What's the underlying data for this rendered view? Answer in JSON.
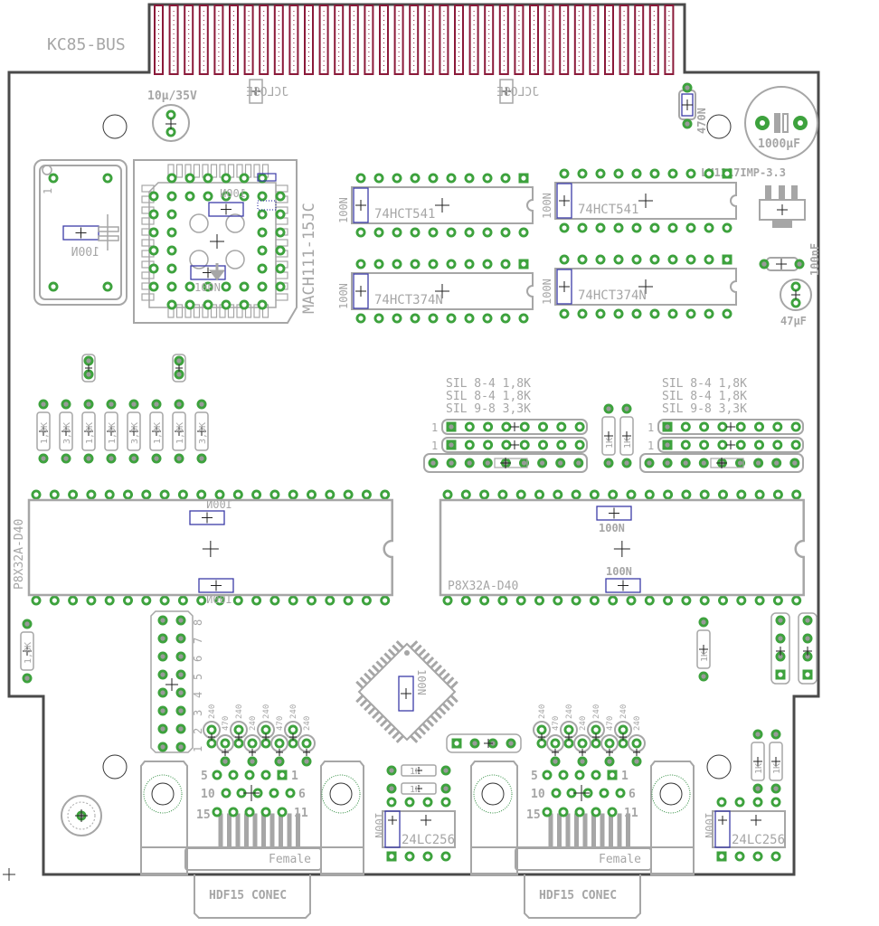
{
  "board": {
    "title": "KC85-BUS"
  },
  "colors": {
    "pad": "#3da23d",
    "silk": "#a6a6a6",
    "cap": "#3c3ca8",
    "edge": "#8b1a3a",
    "outline": "#4a4a4a",
    "mount": "#2e8b3e"
  },
  "labels": {
    "jumper_a": "JCLOSE",
    "jumper_b": "JCLOSE",
    "c_10u": "10µ/35V",
    "c_1000u": "1000µF",
    "c_470n": "470N",
    "regulator": "LM1117IMP-3.3",
    "c_100nf": "100nF",
    "c_47u": "47µF",
    "osc_pin1": "1",
    "osc_cap": "100N",
    "mach": "MACH111-15JC",
    "mach_cap1": "100N",
    "mach_cap2": "100N",
    "ic_541_a": "74HCT541",
    "ic_541_b": "74HCT541",
    "ic_374_a": "74HCT374N",
    "ic_374_b": "74HCT374N",
    "cap_100n": "100N",
    "prop_left": "P8X32A-D40",
    "prop_right": "P8X32A-D40",
    "sil_1": "SIL 8-4 1,8K",
    "sil_2": "SIL 8-4 1,8K",
    "sil_3": "SIL 9-8 3,3K",
    "sil_pin1": "1",
    "r_18k": "1,8K",
    "r_33k": "3,3K",
    "r_1k": "1K",
    "r_240": "240",
    "r_470": "470",
    "eeprom": "24LC256",
    "db_female": "Female",
    "db_name": "HDF15 CONEC",
    "db_pins": [
      "5",
      "1",
      "10",
      "6",
      "15",
      "11"
    ],
    "header_pins": [
      "8",
      "7",
      "6",
      "5",
      "4",
      "3",
      "2",
      "1"
    ]
  }
}
